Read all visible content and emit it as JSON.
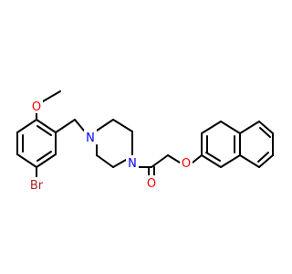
{
  "colors": {
    "bond": "#000000",
    "oxygen": "#ff0000",
    "nitrogen": "#0000ff",
    "bromine": "#a52a2a",
    "background": "#ffffff"
  },
  "atoms": {
    "methoxy_oxygen": "O",
    "ring_nitrogen_left": "N",
    "ring_nitrogen_right": "N",
    "carbonyl_oxygen": "O",
    "ether_oxygen": "O",
    "bromine": "Br"
  }
}
